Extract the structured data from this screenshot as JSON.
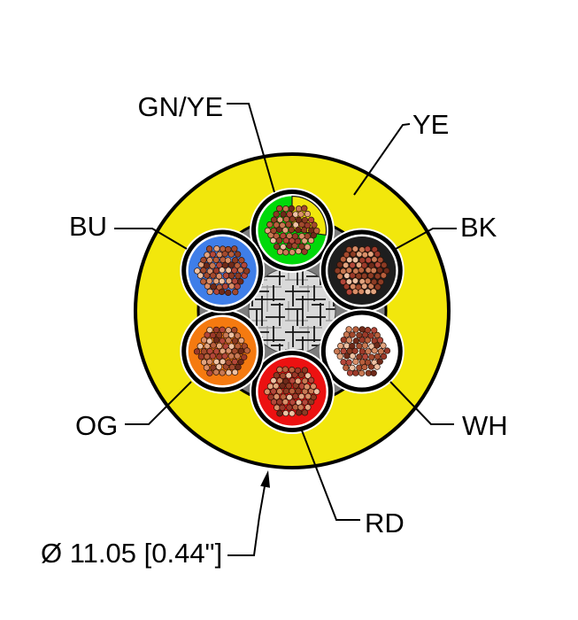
{
  "cable": {
    "jacket": {
      "label": "YE",
      "color": "#f2e70c",
      "outline_color": "#000000"
    },
    "interstice_color": "#7c7c7c",
    "filler_color": "#d9d9d9",
    "copper_palette": [
      "#6e2a1a",
      "#8c3b24",
      "#a34a2e",
      "#b85f3d",
      "#c97953",
      "#d98e68",
      "#e2a47f",
      "#eec2a4",
      "#b4473a",
      "#9c3a2a"
    ],
    "conductors": [
      {
        "id": "gnye",
        "label": "GN/YE",
        "color": "#00d90a",
        "secondary_color": "#f2e70c",
        "angle_deg": 270
      },
      {
        "id": "bk",
        "label": "BK",
        "color": "#1e1e1e",
        "angle_deg": 330
      },
      {
        "id": "wh",
        "label": "WH",
        "color": "#ffffff",
        "angle_deg": 30
      },
      {
        "id": "rd",
        "label": "RD",
        "color": "#ec1111",
        "angle_deg": 90
      },
      {
        "id": "og",
        "label": "OG",
        "color": "#f57a10",
        "angle_deg": 150
      },
      {
        "id": "bu",
        "label": "BU",
        "color": "#3f7ee8",
        "angle_deg": 210
      }
    ],
    "dimension_label": "Ø 11.05 [0.44\"]"
  }
}
